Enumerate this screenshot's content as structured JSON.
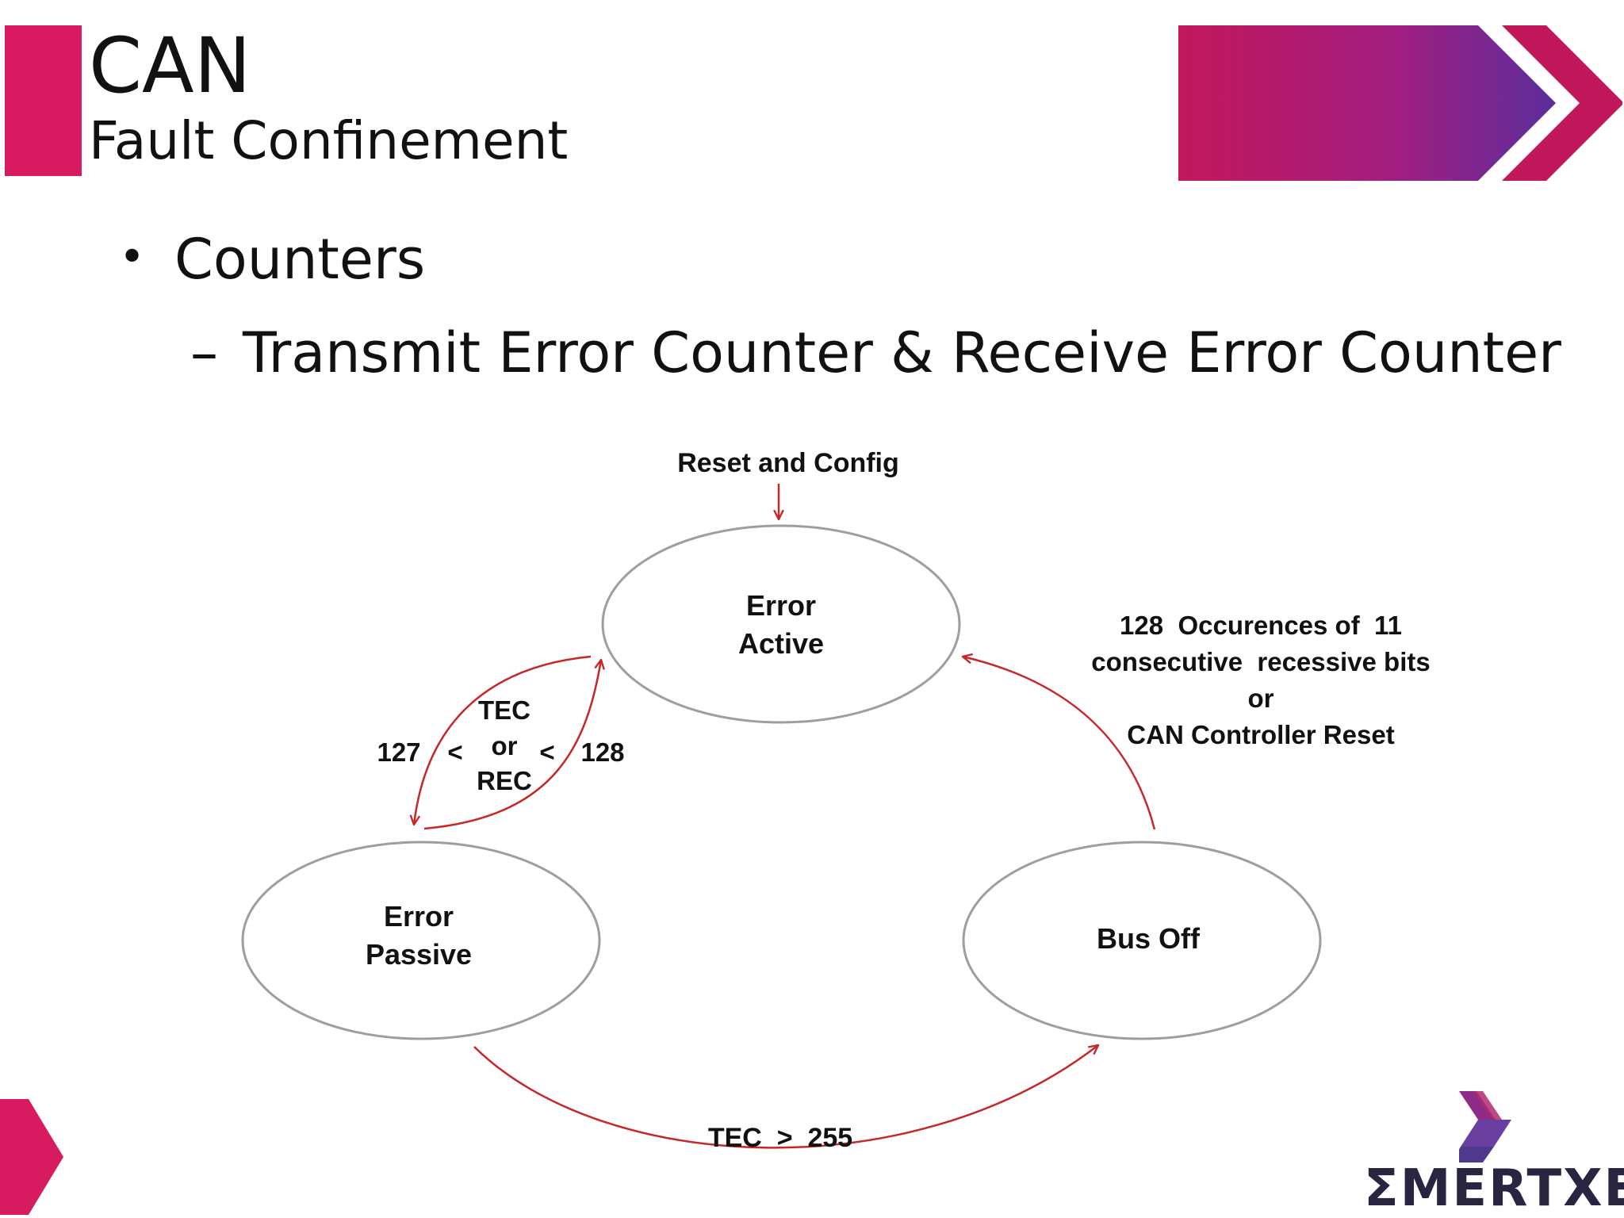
{
  "header": {
    "title": "CAN",
    "subtitle": "Fault Confinement",
    "accent_color": "#d81b60"
  },
  "bullets": {
    "level1": {
      "marker": "•",
      "text": "Counters"
    },
    "level2": {
      "marker": "–",
      "text": "Transmit Error Counter & Receive Error Counter"
    }
  },
  "diagram": {
    "entry_label": "Reset and Config",
    "states": {
      "error_active": [
        "Error",
        "Active"
      ],
      "error_passive": [
        "Error",
        "Passive"
      ],
      "bus_off": [
        "Bus Off"
      ]
    },
    "transition_left": {
      "left_value": "127",
      "lt1": "<",
      "lines": [
        "TEC",
        "or",
        "REC"
      ],
      "lt2": "<",
      "right_value": "128"
    },
    "transition_bottom": "TEC  >  255",
    "transition_right": [
      "128  Occurences of  11",
      "consecutive  recessive bits",
      "or",
      "CAN Controller Reset"
    ],
    "arrow_color": "#c62828",
    "ellipse_stroke": "#9e9e9e"
  },
  "logo": {
    "text": "ΣMERTXE",
    "icon": "chevron-logo-icon"
  }
}
